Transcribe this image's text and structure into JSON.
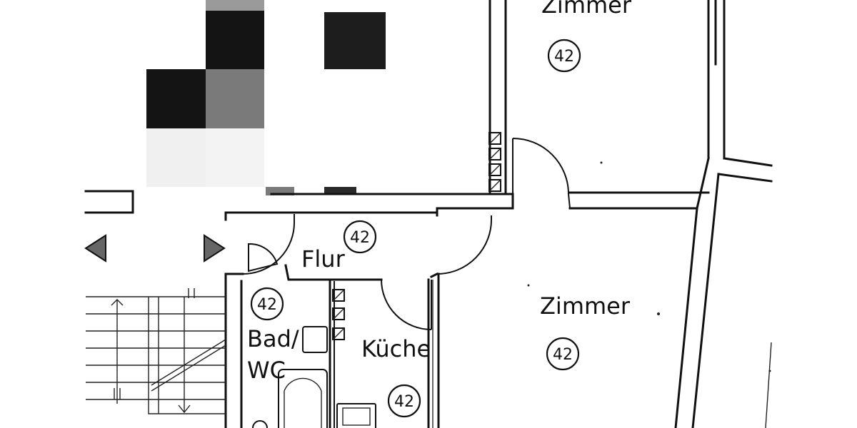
{
  "rooms": {
    "top_zimmer": {
      "name": "Zimmer",
      "number": "42"
    },
    "flur": {
      "name": "Flur",
      "number": "42"
    },
    "bad_wc": {
      "name_line1": "Bad/",
      "name_line2": "WC",
      "number": "42"
    },
    "kueche": {
      "name": "Küche",
      "number": "42"
    },
    "right_zimmer": {
      "name": "Zimmer",
      "number": "42"
    }
  },
  "colors": {
    "ink": "#111111",
    "redaction_dark": "#141414",
    "redaction_mid": "#7a7a7a",
    "redaction_light": "#f0f0f0"
  },
  "icons": {
    "stair_arrow_left": "triangle-left-icon",
    "stair_arrow_right": "triangle-right-icon",
    "chimney_flue": "hatched-square-icon"
  }
}
